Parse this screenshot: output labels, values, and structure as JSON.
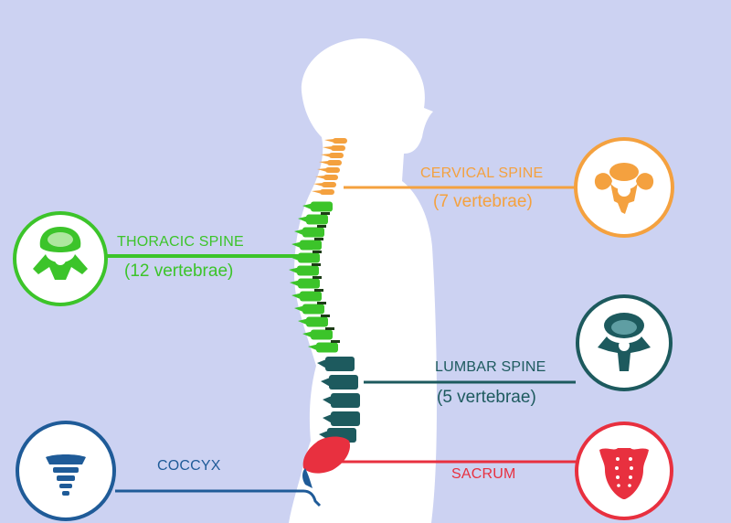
{
  "colors": {
    "background": "#ccd2f2",
    "body": "#ffffff",
    "cervical": "#f4a13f",
    "thoracic": "#3cc42a",
    "thoracic_dark": "#1d3d16",
    "lumbar": "#1d5a5e",
    "sacrum": "#e8303f",
    "coccyx": "#1f5b98"
  },
  "labels": {
    "cervical": {
      "name": "CERVICAL SPINE",
      "count": "(7 vertebrae)",
      "icon": "cervical-vertebra-icon"
    },
    "thoracic": {
      "name": "THORACIC SPINE",
      "count": "(12 vertebrae)",
      "icon": "thoracic-vertebra-icon"
    },
    "lumbar": {
      "name": "LUMBAR SPINE",
      "count": "(5 vertebrae)",
      "icon": "lumbar-vertebra-icon"
    },
    "sacrum": {
      "name": "SACRUM",
      "icon": "sacrum-icon"
    },
    "coccyx": {
      "name": "COCCYX",
      "icon": "coccyx-icon"
    }
  }
}
